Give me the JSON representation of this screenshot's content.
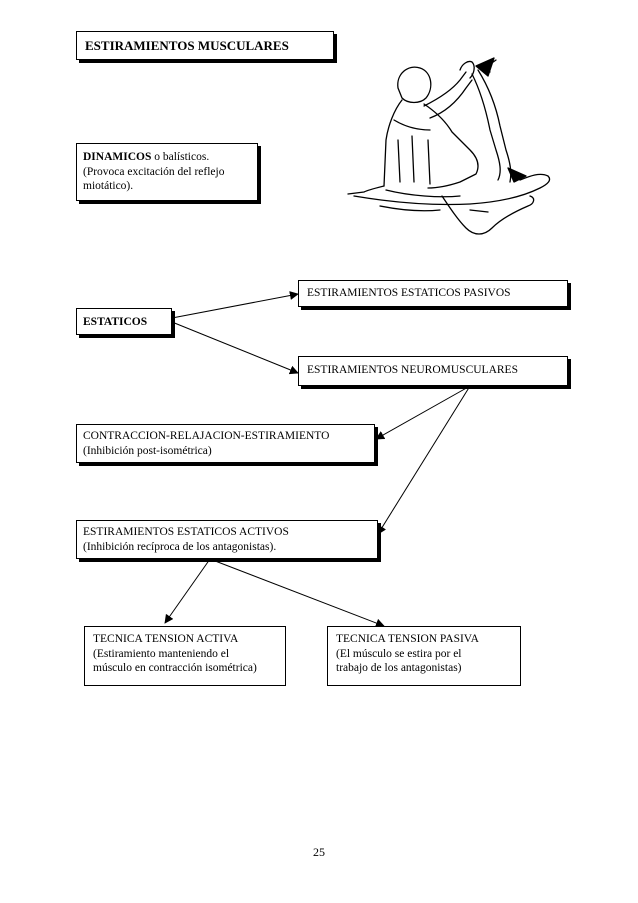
{
  "title": "ESTIRAMIENTOS MUSCULARES",
  "dinamicos": {
    "heading": "DINAMICOS",
    "heading_suffix": " o balísticos.",
    "line2": "(Provoca excitación del reflejo",
    "line3": "miotático)."
  },
  "estaticos": {
    "label": "ESTATICOS"
  },
  "pasivos": {
    "label": "ESTIRAMIENTOS ESTATICOS PASIVOS"
  },
  "neuromusculares": {
    "label": "ESTIRAMIENTOS NEUROMUSCULARES"
  },
  "contraccion": {
    "line1": "CONTRACCION-RELAJACION-ESTIRAMIENTO",
    "line2": "(Inhibición post-isométrica)"
  },
  "activos": {
    "line1": "ESTIRAMIENTOS ESTATICOS ACTIVOS",
    "line2": "(Inhibición recíproca de los antagonistas)."
  },
  "tension_activa": {
    "line1": "TECNICA TENSION ACTIVA",
    "line2": "(Estiramiento manteniendo el",
    "line3": "músculo en contracción isométrica)"
  },
  "tension_pasiva": {
    "line1": "TECNICA TENSION PASIVA",
    "line2": "(El músculo se estira por el",
    "line3": "trabajo de los antagonistas)"
  },
  "page_number": "25"
}
